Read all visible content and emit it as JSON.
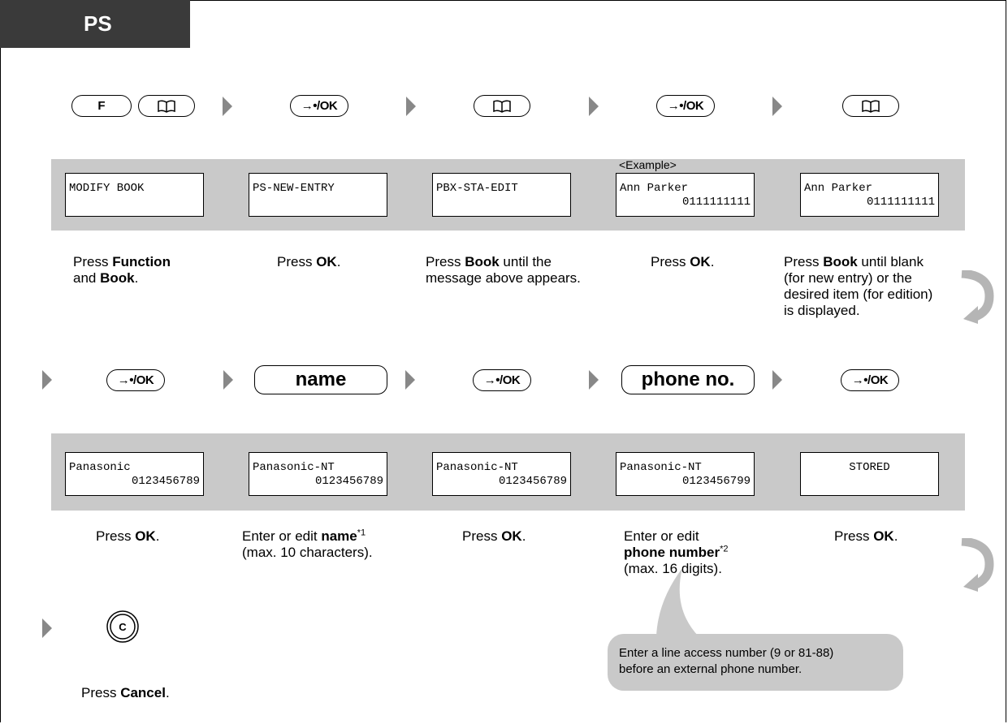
{
  "tab": {
    "label": "PS"
  },
  "example_label": "<Example>",
  "keys": {
    "function": "F",
    "ok": "→•/OK",
    "name": "name",
    "phone": "phone no.",
    "cancel": "C"
  },
  "row1": {
    "displays": [
      {
        "line1": "MODIFY BOOK",
        "line2": ""
      },
      {
        "line1": "PS-NEW-ENTRY",
        "line2": ""
      },
      {
        "line1": "PBX-STA-EDIT",
        "line2": ""
      },
      {
        "line1": "Ann Parker",
        "line2": "0111111111"
      },
      {
        "line1": "Ann Parker",
        "line2": "0111111111"
      }
    ],
    "instructions": [
      {
        "pre": "Press ",
        "b1": "Function",
        "mid": " and ",
        "b2": "Book",
        "post": "."
      },
      {
        "pre": "Press ",
        "b1": "OK",
        "post": "."
      },
      {
        "pre": "Press ",
        "b1": "Book",
        "post": " until the message above appears."
      },
      {
        "pre": "Press ",
        "b1": "OK",
        "post": "."
      },
      {
        "pre": "Press ",
        "b1": "Book",
        "post1": " until blank",
        "line2": "(for new entry) or the",
        "line3": "desired item (for edition)",
        "line4": "is displayed."
      }
    ]
  },
  "row2": {
    "displays": [
      {
        "line1": "Panasonic",
        "line2": "0123456789"
      },
      {
        "line1": "Panasonic-NT",
        "line2": "0123456789"
      },
      {
        "line1": "Panasonic-NT",
        "line2": "0123456789"
      },
      {
        "line1": "Panasonic-NT",
        "line2": "0123456799"
      },
      {
        "center": "STORED"
      }
    ],
    "instructions": [
      {
        "pre": "Press ",
        "b1": "OK",
        "post": "."
      },
      {
        "pre": "Enter or edit ",
        "b1": "name",
        "note": "*1",
        "line2": "(max. 10 characters)."
      },
      {
        "pre": "Press ",
        "b1": "OK",
        "post": "."
      },
      {
        "line1": "Enter or edit",
        "b1": "phone number",
        "note": "*2",
        "line3": "(max. 16 digits)."
      },
      {
        "pre": "Press ",
        "b1": "OK",
        "post": "."
      }
    ]
  },
  "row3": {
    "instruction": {
      "pre": "Press ",
      "b1": "Cancel",
      "post": "."
    }
  },
  "bubble": {
    "line1": "Enter a line access number (9 or 81-88)",
    "line2": "before an external phone number."
  }
}
